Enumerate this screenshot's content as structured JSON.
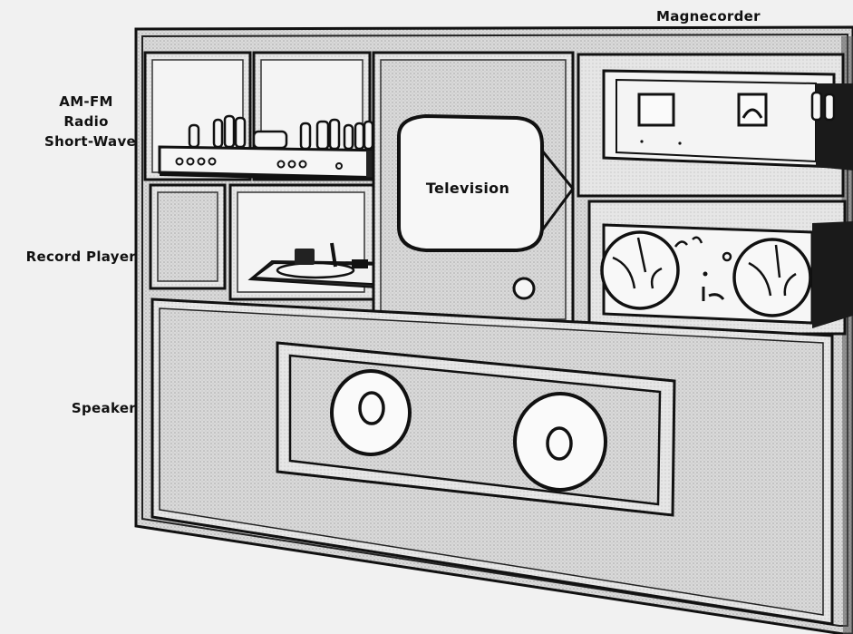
{
  "labels": {
    "magnecorder": "Magnecorder",
    "radio_line1": "AM-FM",
    "radio_line2": "Radio",
    "radio_line3": "Short-Wave",
    "record_player": "Record Player",
    "speaker": "Speaker",
    "television": "Television"
  },
  "colors": {
    "background": "#f1f1f1",
    "cabinet": "#d6d6d6",
    "ink": "#111111",
    "screen": "#f7f7f7"
  }
}
